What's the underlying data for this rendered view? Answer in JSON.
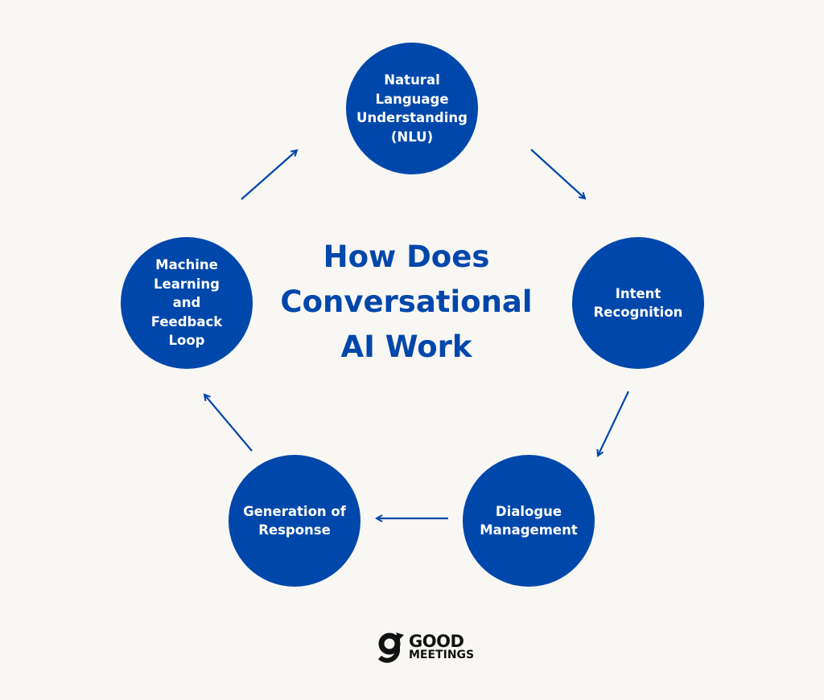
{
  "title": {
    "lines": [
      "How Does",
      "Conversational",
      "AI Work"
    ]
  },
  "steps": [
    {
      "label": "Natural Language Understanding (NLU)"
    },
    {
      "label": "Intent Recognition"
    },
    {
      "label": "Dialogue Management"
    },
    {
      "label": "Generation of Response"
    },
    {
      "label": "Machine Learning and Feedback Loop"
    }
  ],
  "logo": {
    "line1": "GOOD",
    "line2": "MEETINGS"
  },
  "colors": {
    "circle": "#0047ab",
    "background": "#f8f7f4",
    "title": "#0047ab"
  }
}
